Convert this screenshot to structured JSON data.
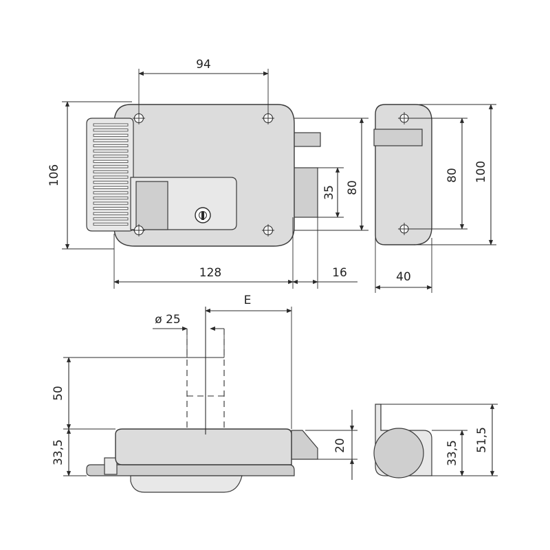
{
  "dimensions": {
    "front_hole_spacing": "94",
    "front_height": "106",
    "front_width": "128",
    "bolt_projection": "16",
    "strike_height": "35",
    "box_height": "80",
    "side_hole_spacing": "80",
    "side_height": "100",
    "side_depth": "40",
    "cylinder_diameter": "ø 25",
    "backset": "E",
    "cylinder_length": "50",
    "body_depth": "33,5",
    "bolt_thickness": "20",
    "side_body_depth": "33,5",
    "side_total_depth": "51,5"
  },
  "colors": {
    "body_fill": "#dcdcdc",
    "line": "#2a2a2a"
  }
}
